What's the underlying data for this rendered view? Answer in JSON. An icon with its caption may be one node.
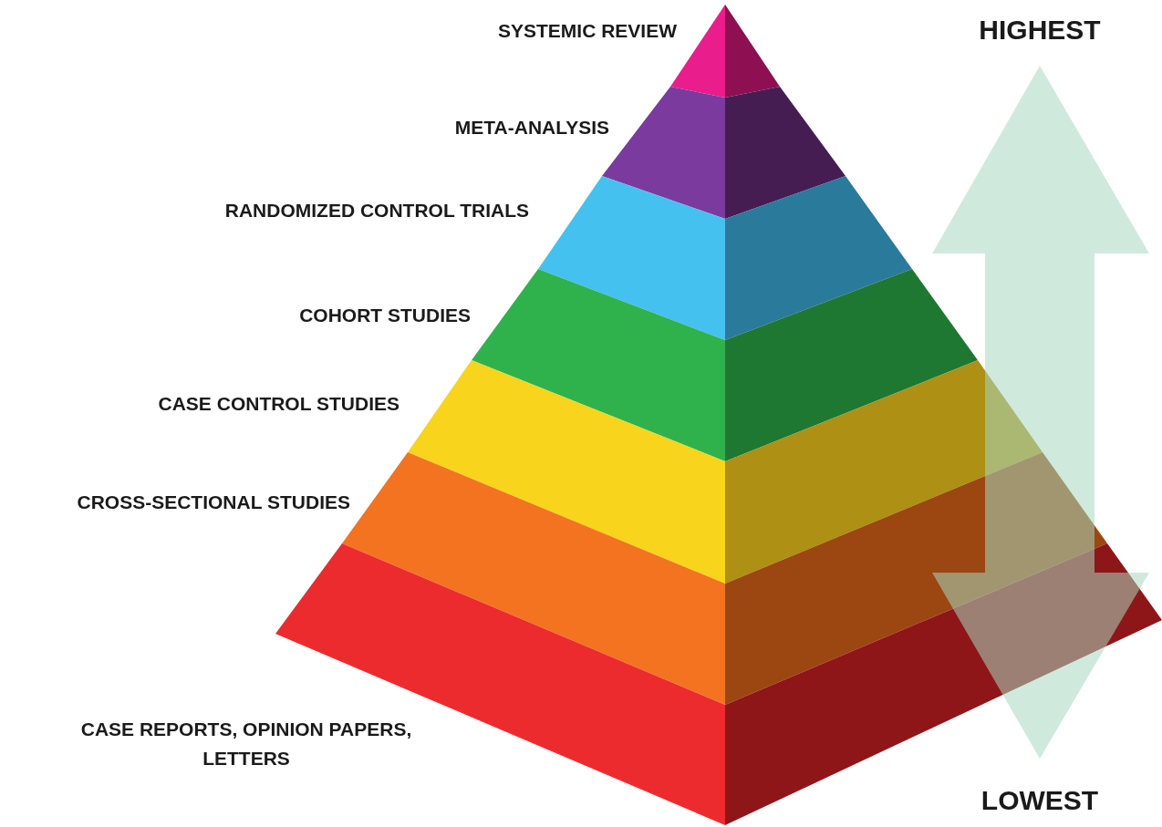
{
  "diagram": {
    "nodes": [
      {
        "text": [
          "SYSTEMIC REVIEW"
        ]
      },
      {
        "text": [
          "META-ANALYSIS"
        ]
      },
      {
        "text": [
          "RANDOMIZED CONTROL TRIALS"
        ]
      },
      {
        "text": [
          "COHORT STUDIES"
        ]
      },
      {
        "text": [
          "CASE CONTROL STUDIES"
        ]
      },
      {
        "text": [
          "CROSS-SECTIONAL STUDIES"
        ]
      },
      {
        "text": [
          "CASE REPORTS, OPINION PAPERS, LETTERS"
        ]
      }
    ],
    "labels": [
      "HIGHEST",
      "LOWEST"
    ]
  }
}
